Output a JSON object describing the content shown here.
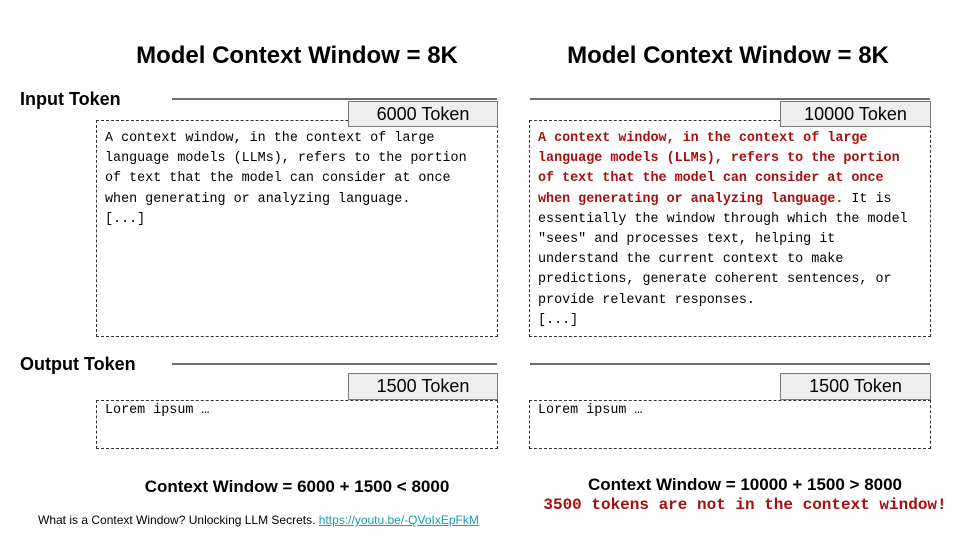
{
  "left": {
    "title": "Model Context Window = 8K",
    "input_label": "Input Token",
    "input_tokens": "6000 Token",
    "input_text": "A context window, in the context of large\nlanguage models (LLMs), refers to the portion\nof text that the model can consider at once\nwhen generating or analyzing language.\n[...]",
    "output_label": "Output Token",
    "output_tokens": "1500 Token",
    "output_text": "Lorem ipsum …",
    "equation": "Context Window = 6000 + 1500 < 8000"
  },
  "right": {
    "title": "Model Context Window = 8K",
    "input_tokens": "10000 Token",
    "input_text_truncated": "A context window, in the context of large\nlanguage models (LLMs), refers to the portion\nof text that the model can consider at once\nwhen generating or analyzing language.",
    "input_text_rest": " It is\nessentially the window through which the model\n\"sees\" and processes text, helping it\nunderstand the current context to make\npredictions, generate coherent sentences, or\nprovide relevant responses.\n[...]",
    "output_tokens": "1500 Token",
    "output_text": "Lorem ipsum …",
    "equation": "Context Window = 10000 + 1500 > 8000",
    "warning": "3500 tokens are not in the context window!"
  },
  "footer": {
    "text": "What is a Context Window? Unlocking LLM Secrets.",
    "link": "https://youtu.be/-QVoIxEpFkM"
  },
  "colors": {
    "overflow_text": "#a50f0f",
    "link": "#1a9bb5"
  }
}
